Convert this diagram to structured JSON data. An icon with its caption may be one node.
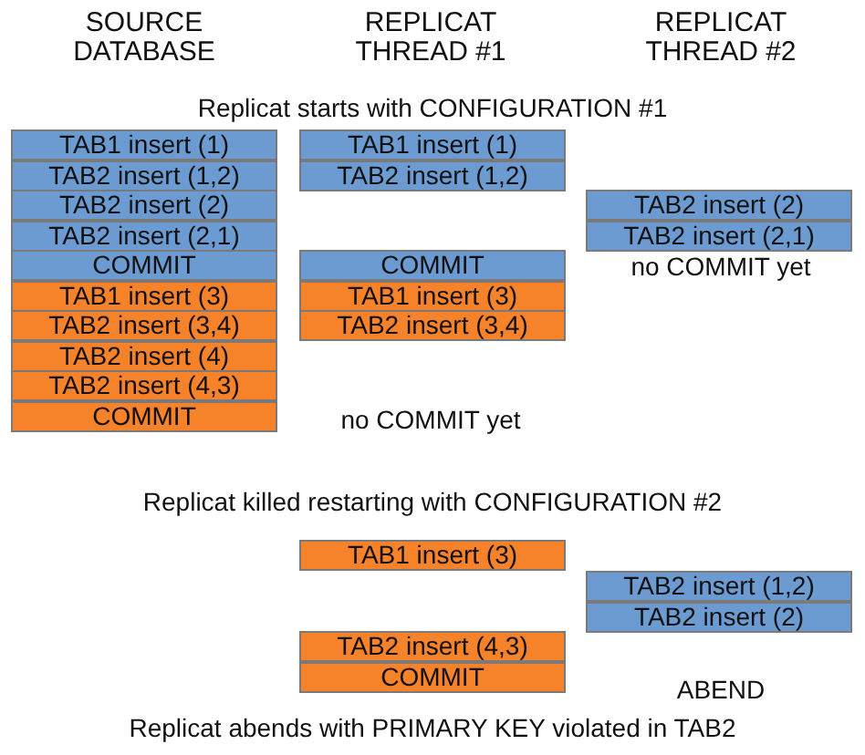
{
  "diagram": {
    "nodes": [
      {
        "text": [
          "TAB1 insert (1)"
        ]
      },
      {
        "text": [
          "TAB2 insert (1,2)"
        ]
      },
      {
        "text": [
          "TAB2 insert (2)"
        ]
      },
      {
        "text": [
          "TAB2 insert (2,1)"
        ]
      },
      {
        "text": [
          "COMMIT"
        ]
      },
      {
        "text": [
          "TAB1 insert (3)"
        ]
      },
      {
        "text": [
          "TAB2 insert (3,4)"
        ]
      },
      {
        "text": [
          "TAB2 insert (4)"
        ]
      },
      {
        "text": [
          "TAB2 insert (4,3)"
        ]
      },
      {
        "text": [
          "COMMIT"
        ]
      },
      {
        "text": [
          "TAB1 insert (1)"
        ]
      },
      {
        "text": [
          "TAB2 insert (1,2)"
        ]
      },
      {
        "text": [
          "COMMIT"
        ]
      },
      {
        "text": [
          "TAB1 insert (3)"
        ]
      },
      {
        "text": [
          "TAB2 insert (3,4)"
        ]
      },
      {
        "text": [
          "TAB2 insert (2)"
        ]
      },
      {
        "text": [
          "TAB2 insert (2,1)"
        ]
      },
      {
        "text": [
          "TAB1 insert (3)"
        ]
      },
      {
        "text": [
          "TAB2 insert (4,3)"
        ]
      },
      {
        "text": [
          "COMMIT"
        ]
      },
      {
        "text": [
          "TAB2 insert (1,2)"
        ]
      },
      {
        "text": [
          "TAB2 insert (2)"
        ]
      }
    ],
    "labels": [
      "SOURCE DATABASE",
      "REPLICAT THREAD #1",
      "REPLICAT THREAD #2",
      "Replicat starts with CONFIGURATION #1",
      "no COMMIT yet",
      "no COMMIT yet",
      "Replicat killed restarting with CONFIGURATION #2",
      "ABEND",
      "Replicat abends with PRIMARY KEY violated in TAB2"
    ]
  }
}
